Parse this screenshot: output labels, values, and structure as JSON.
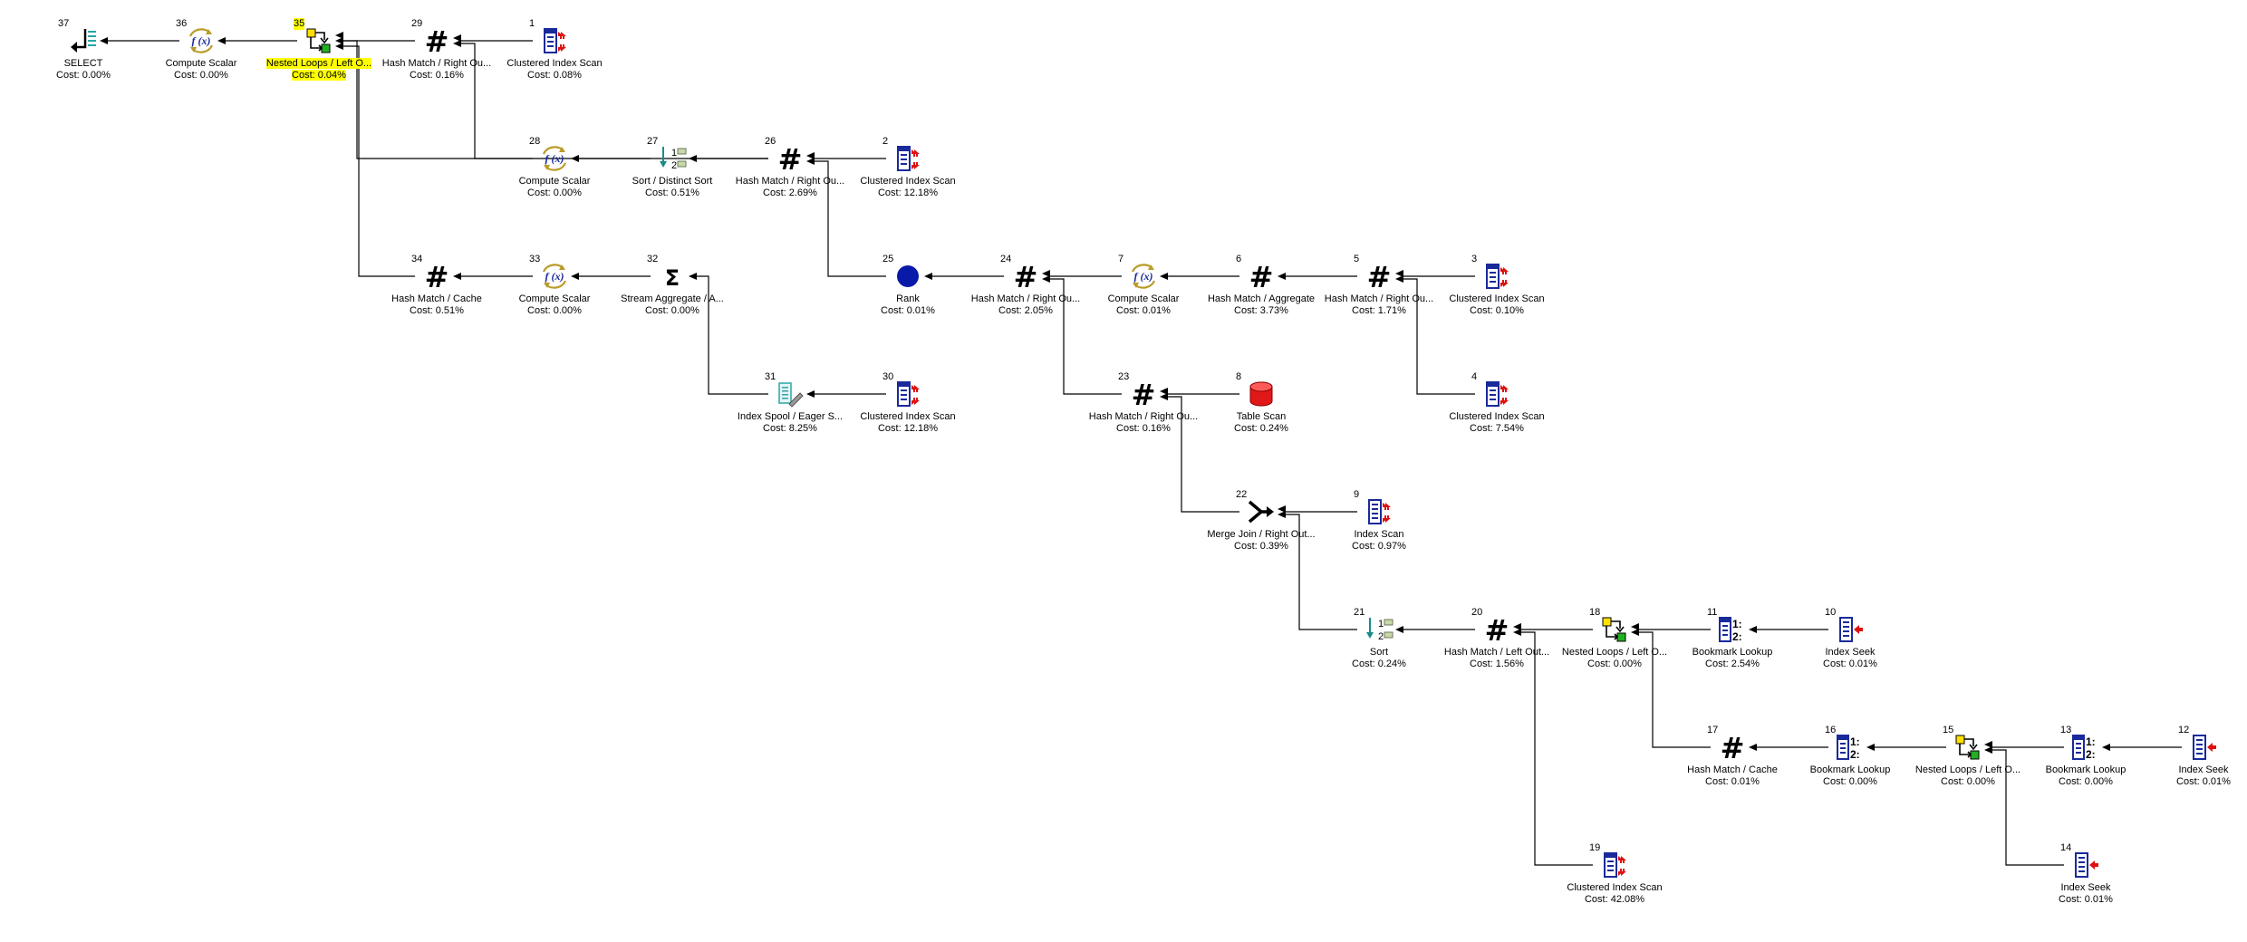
{
  "plan": {
    "nodes": [
      {
        "id": 37,
        "icon": "select-icon",
        "label": "SELECT",
        "cost": "Cost: 0.00%",
        "selected": false
      },
      {
        "id": 36,
        "icon": "compute-scalar-icon",
        "label": "Compute Scalar",
        "cost": "Cost: 0.00%",
        "selected": false
      },
      {
        "id": 35,
        "icon": "nested-loops-icon",
        "label": "Nested Loops / Left O...",
        "cost": "Cost: 0.04%",
        "selected": true
      },
      {
        "id": 29,
        "icon": "hash-match-icon",
        "label": "Hash Match / Right Ou...",
        "cost": "Cost: 0.16%",
        "selected": false
      },
      {
        "id": 1,
        "icon": "clustered-index-scan-icon",
        "label": "Clustered Index Scan",
        "cost": "Cost: 0.08%",
        "selected": false
      },
      {
        "id": 28,
        "icon": "compute-scalar-icon",
        "label": "Compute Scalar",
        "cost": "Cost: 0.00%",
        "selected": false
      },
      {
        "id": 27,
        "icon": "sort-icon",
        "label": "Sort / Distinct Sort",
        "cost": "Cost: 0.51%",
        "selected": false
      },
      {
        "id": 26,
        "icon": "hash-match-icon",
        "label": "Hash Match / Right Ou...",
        "cost": "Cost: 2.69%",
        "selected": false
      },
      {
        "id": 2,
        "icon": "clustered-index-scan-icon",
        "label": "Clustered Index Scan",
        "cost": "Cost: 12.18%",
        "selected": false
      },
      {
        "id": 34,
        "icon": "hash-match-icon",
        "label": "Hash Match / Cache",
        "cost": "Cost: 0.51%",
        "selected": false
      },
      {
        "id": 33,
        "icon": "compute-scalar-icon",
        "label": "Compute Scalar",
        "cost": "Cost: 0.00%",
        "selected": false
      },
      {
        "id": 32,
        "icon": "stream-aggregate-icon",
        "label": "Stream Aggregate / A...",
        "cost": "Cost: 0.00%",
        "selected": false
      },
      {
        "id": 25,
        "icon": "rank-icon",
        "label": "Rank",
        "cost": "Cost: 0.01%",
        "selected": false
      },
      {
        "id": 24,
        "icon": "hash-match-icon",
        "label": "Hash Match / Right Ou...",
        "cost": "Cost: 2.05%",
        "selected": false
      },
      {
        "id": 7,
        "icon": "compute-scalar-icon",
        "label": "Compute Scalar",
        "cost": "Cost: 0.01%",
        "selected": false
      },
      {
        "id": 6,
        "icon": "hash-match-icon",
        "label": "Hash Match / Aggregate",
        "cost": "Cost: 3.73%",
        "selected": false
      },
      {
        "id": 5,
        "icon": "hash-match-icon",
        "label": "Hash Match / Right Ou...",
        "cost": "Cost: 1.71%",
        "selected": false
      },
      {
        "id": 3,
        "icon": "clustered-index-scan-icon",
        "label": "Clustered Index Scan",
        "cost": "Cost: 0.10%",
        "selected": false
      },
      {
        "id": 31,
        "icon": "index-spool-icon",
        "label": "Index Spool / Eager S...",
        "cost": "Cost: 8.25%",
        "selected": false
      },
      {
        "id": 30,
        "icon": "clustered-index-scan-icon",
        "label": "Clustered Index Scan",
        "cost": "Cost: 12.18%",
        "selected": false
      },
      {
        "id": 23,
        "icon": "hash-match-icon",
        "label": "Hash Match / Right Ou...",
        "cost": "Cost: 0.16%",
        "selected": false
      },
      {
        "id": 8,
        "icon": "table-scan-icon",
        "label": "Table Scan",
        "cost": "Cost: 0.24%",
        "selected": false
      },
      {
        "id": 4,
        "icon": "clustered-index-scan-icon",
        "label": "Clustered Index Scan",
        "cost": "Cost: 7.54%",
        "selected": false
      },
      {
        "id": 22,
        "icon": "merge-join-icon",
        "label": "Merge Join / Right Out...",
        "cost": "Cost: 0.39%",
        "selected": false
      },
      {
        "id": 9,
        "icon": "index-scan-icon",
        "label": "Index Scan",
        "cost": "Cost: 0.97%",
        "selected": false
      },
      {
        "id": 21,
        "icon": "sort-icon",
        "label": "Sort",
        "cost": "Cost: 0.24%",
        "selected": false
      },
      {
        "id": 20,
        "icon": "hash-match-icon",
        "label": "Hash Match / Left Out...",
        "cost": "Cost: 1.56%",
        "selected": false
      },
      {
        "id": 18,
        "icon": "nested-loops-icon",
        "label": "Nested Loops / Left O...",
        "cost": "Cost: 0.00%",
        "selected": false
      },
      {
        "id": 11,
        "icon": "bookmark-lookup-icon",
        "label": "Bookmark Lookup",
        "cost": "Cost: 2.54%",
        "selected": false
      },
      {
        "id": 10,
        "icon": "index-seek-icon",
        "label": "Index Seek",
        "cost": "Cost: 0.01%",
        "selected": false
      },
      {
        "id": 17,
        "icon": "hash-match-icon",
        "label": "Hash Match / Cache",
        "cost": "Cost: 0.01%",
        "selected": false
      },
      {
        "id": 16,
        "icon": "bookmark-lookup-icon",
        "label": "Bookmark Lookup",
        "cost": "Cost: 0.00%",
        "selected": false
      },
      {
        "id": 15,
        "icon": "nested-loops-icon",
        "label": "Nested Loops / Left O...",
        "cost": "Cost: 0.00%",
        "selected": false
      },
      {
        "id": 13,
        "icon": "bookmark-lookup-icon",
        "label": "Bookmark Lookup",
        "cost": "Cost: 0.00%",
        "selected": false
      },
      {
        "id": 12,
        "icon": "index-seek-icon",
        "label": "Index Seek",
        "cost": "Cost: 0.01%",
        "selected": false
      },
      {
        "id": 19,
        "icon": "clustered-index-scan-icon",
        "label": "Clustered Index Scan",
        "cost": "Cost: 42.08%",
        "selected": false
      },
      {
        "id": 14,
        "icon": "index-seek-icon",
        "label": "Index Seek",
        "cost": "Cost: 0.01%",
        "selected": false
      }
    ],
    "edges": [
      [
        36,
        37
      ],
      [
        35,
        36
      ],
      [
        29,
        35
      ],
      [
        28,
        35
      ],
      [
        34,
        35
      ],
      [
        1,
        29
      ],
      [
        26,
        29
      ],
      [
        27,
        28
      ],
      [
        26,
        27
      ],
      [
        2,
        26
      ],
      [
        25,
        26
      ],
      [
        33,
        34
      ],
      [
        32,
        33
      ],
      [
        31,
        32
      ],
      [
        30,
        31
      ],
      [
        24,
        25
      ],
      [
        7,
        24
      ],
      [
        23,
        24
      ],
      [
        6,
        7
      ],
      [
        5,
        6
      ],
      [
        3,
        5
      ],
      [
        4,
        5
      ],
      [
        8,
        23
      ],
      [
        22,
        23
      ],
      [
        9,
        22
      ],
      [
        21,
        22
      ],
      [
        20,
        21
      ],
      [
        18,
        20
      ],
      [
        19,
        20
      ],
      [
        11,
        18
      ],
      [
        17,
        18
      ],
      [
        10,
        11
      ],
      [
        16,
        17
      ],
      [
        15,
        16
      ],
      [
        13,
        15
      ],
      [
        14,
        15
      ],
      [
        12,
        13
      ]
    ]
  }
}
